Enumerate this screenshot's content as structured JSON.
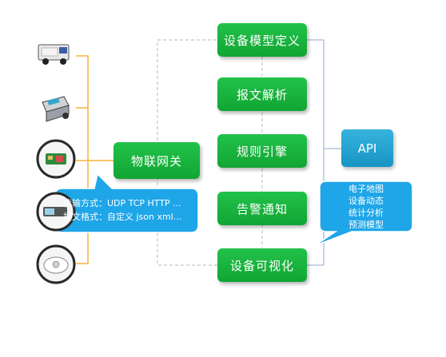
{
  "flow_steps": {
    "define": "设备模型定义",
    "parse": "报文解析",
    "rules": "规则引擎",
    "alarm": "告警通知",
    "visual": "设备可视化"
  },
  "gateway": "物联网关",
  "api": "API",
  "protocol_bubble": {
    "line1": "传输方式：UDP TCP HTTP ...",
    "line2": "报文格式：自定义 json xml..."
  },
  "visual_bubble": {
    "items": [
      "电子地图",
      "设备动态",
      "统计分析",
      "预测模型"
    ]
  },
  "colors": {
    "step_green": "#1bb640",
    "api_blue": "#23a3d3",
    "bubble_blue": "#1aa3e6",
    "connector_orange": "#f7b33a",
    "connector_gray": "#c8c8c8"
  },
  "devices": [
    "truck-icon",
    "scanner-icon",
    "sensor-module-icon",
    "usb-device-icon",
    "smoke-detector-icon"
  ]
}
